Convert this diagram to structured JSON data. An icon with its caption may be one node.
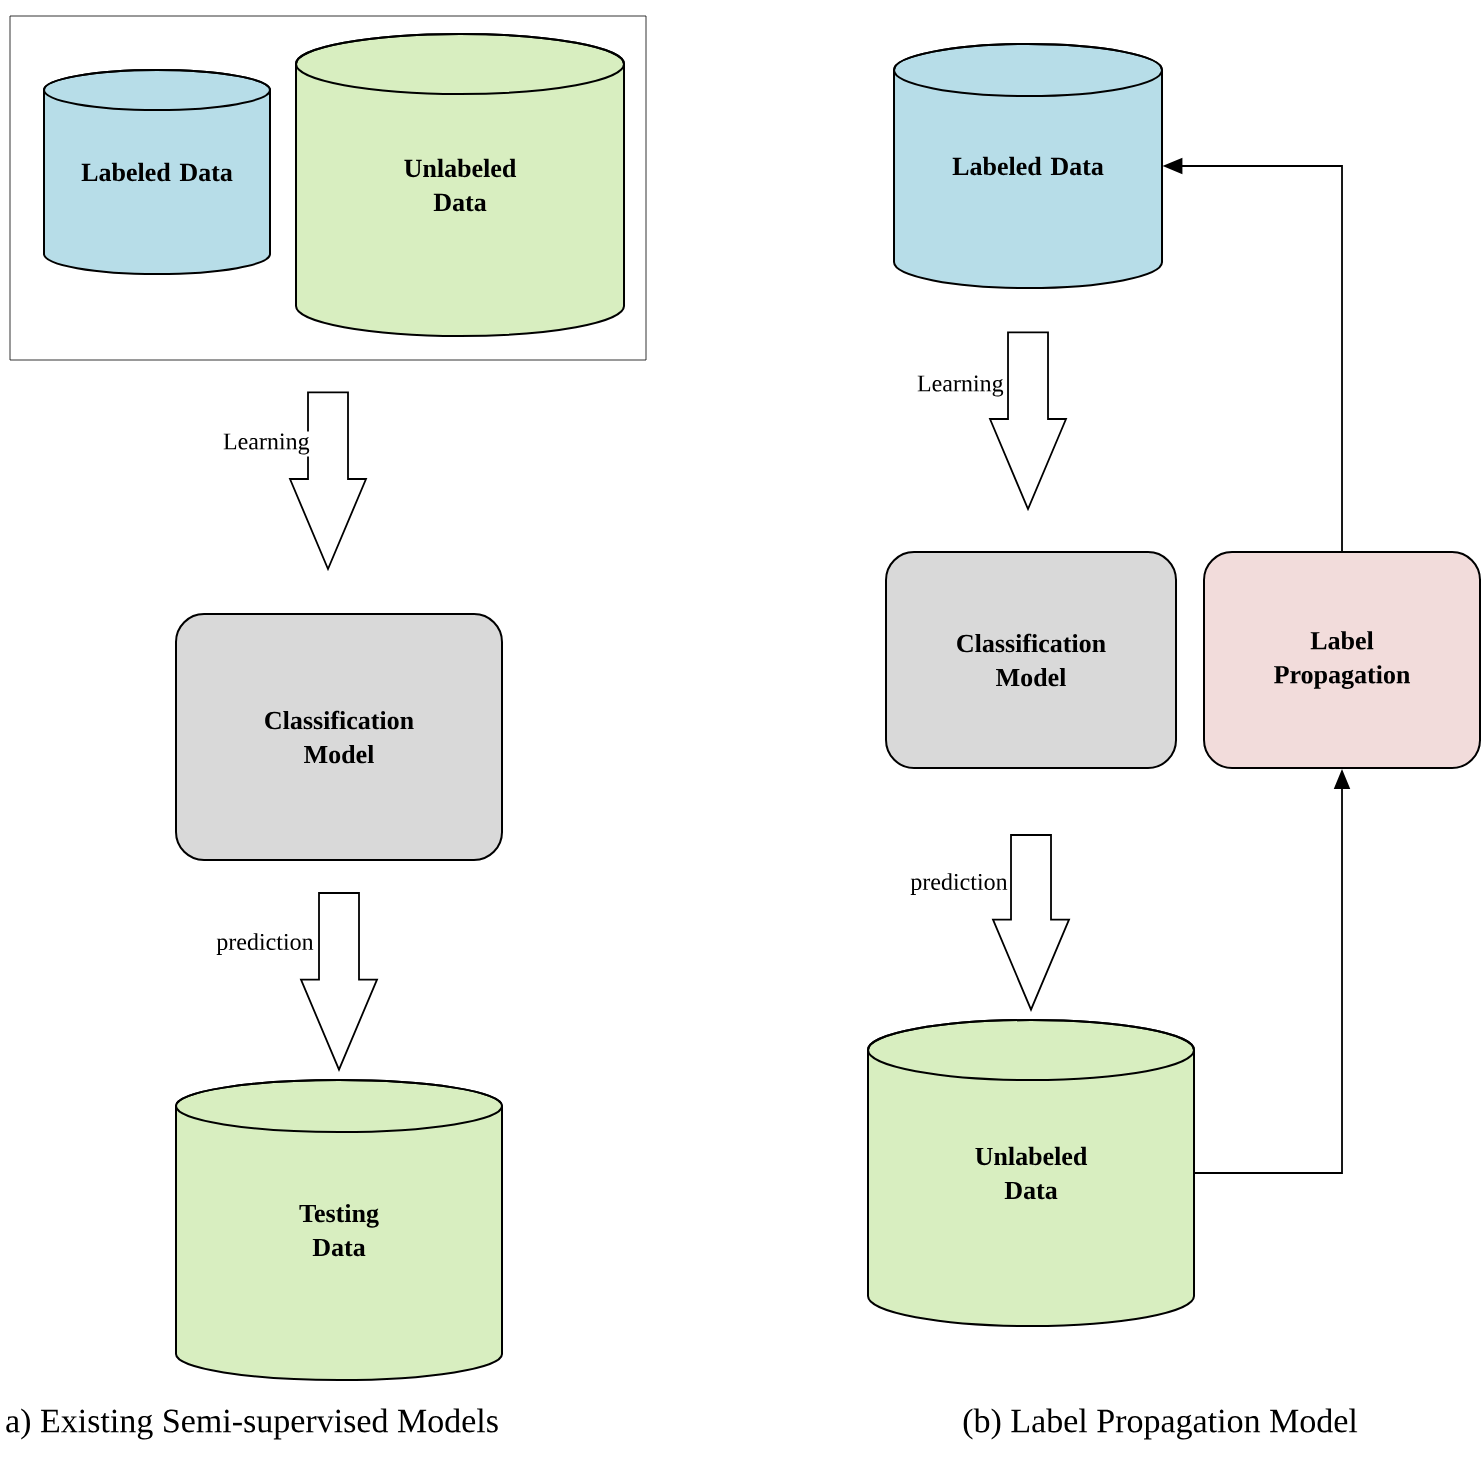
{
  "diagram": {
    "nodes": [
      {
        "text": [],
        "shape": "box"
      },
      {
        "text": [
          "Labeled Data"
        ],
        "in": 0
      },
      {
        "text": [
          "Unlabeled Data"
        ],
        "in": 0
      },
      {
        "text": [
          "Classification Model"
        ]
      },
      {
        "text": [
          "Testing Data"
        ]
      },
      {
        "text": [
          "Labeled Data"
        ]
      },
      {
        "text": [
          "Classification Model"
        ]
      },
      {
        "text": [
          "Label Propagation"
        ]
      },
      {
        "text": [
          "Unlabeled Data"
        ]
      }
    ],
    "edges": [
      {
        "from": 0,
        "to": 3,
        "arrow": "to",
        "label": "Learning"
      },
      {
        "from": 3,
        "to": 4,
        "arrow": "to",
        "label": "prediction"
      },
      {
        "from": 5,
        "to": 6,
        "arrow": "to",
        "label": "Learning"
      },
      {
        "from": 6,
        "to": 8,
        "arrow": "to",
        "label": "prediction"
      },
      {
        "from": 8,
        "to": 7,
        "arrow": "to"
      },
      {
        "from": 7,
        "to": 5,
        "arrow": "to"
      }
    ],
    "labels": [
      "a) Existing Semi-supervised Models",
      "(b) Label Propagation Model"
    ]
  }
}
